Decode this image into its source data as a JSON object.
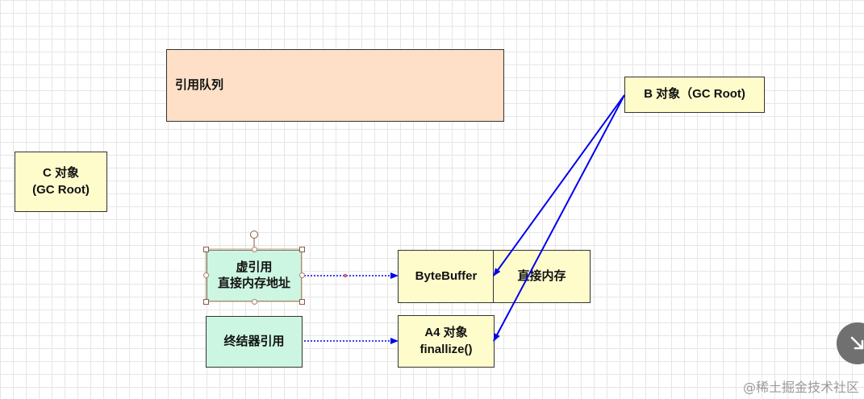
{
  "nodes": {
    "reference_queue": "引用队列",
    "b_object": "B 对象（GC Root)",
    "c_object": "C 对象\n(GC Root)",
    "phantom_ref": "虚引用\n直接内存地址",
    "finalizer_ref": "终结器引用",
    "bytebuffer": "ByteBuffer",
    "direct_memory": "直接内存",
    "a4_object": "A4 对象\nfinallize()"
  },
  "colors": {
    "yellow": "#fffccc",
    "green": "#ccf5e2",
    "peach": "#fde0c7",
    "arrow": "#0000ee"
  },
  "icons": {
    "corner_button": "collapse-arrow-icon"
  },
  "watermark": "@稀土掘金技术社区"
}
